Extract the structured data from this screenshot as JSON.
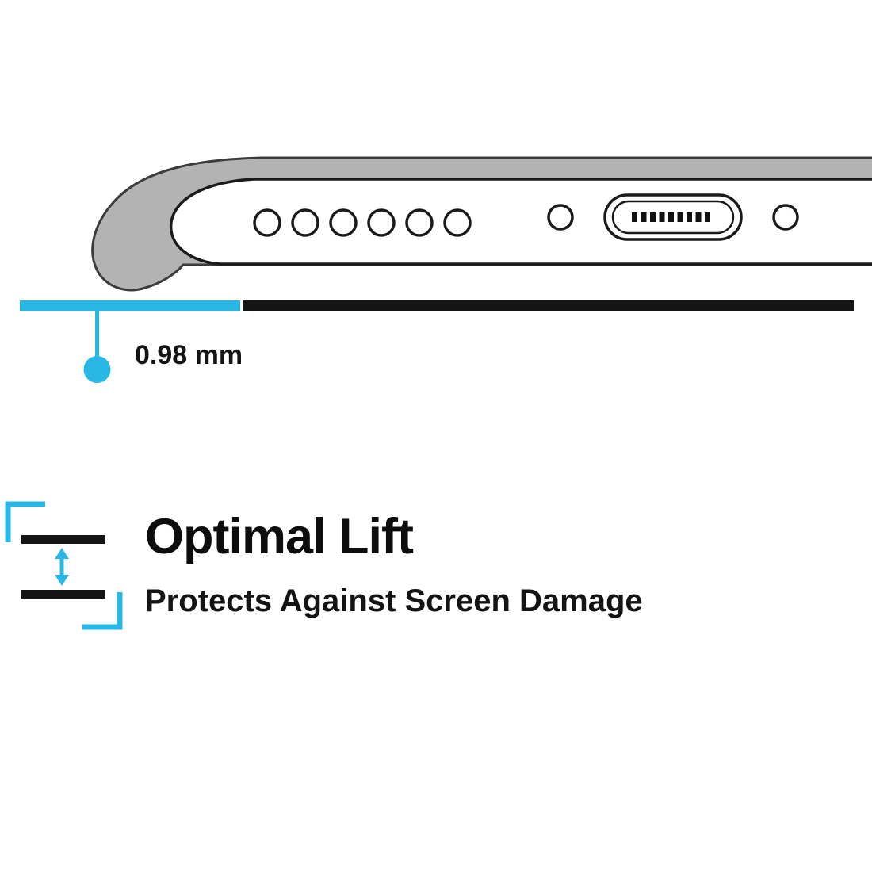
{
  "colors": {
    "accent_cyan": "#29b8e5",
    "ink_black": "#141414",
    "case_gray": "#b3b3b3",
    "outline_dark": "#3c3c3c"
  },
  "illustration": {
    "name": "phone-case-bottom-edge-side-view",
    "speaker_hole_count": 6
  },
  "measurement": {
    "label": "0.98 mm"
  },
  "feature": {
    "title": "Optimal Lift",
    "subtitle": "Protects Against Screen Damage"
  },
  "icons": {
    "lift_gap_icon": "two-surfaces-with-vertical-double-arrow"
  }
}
